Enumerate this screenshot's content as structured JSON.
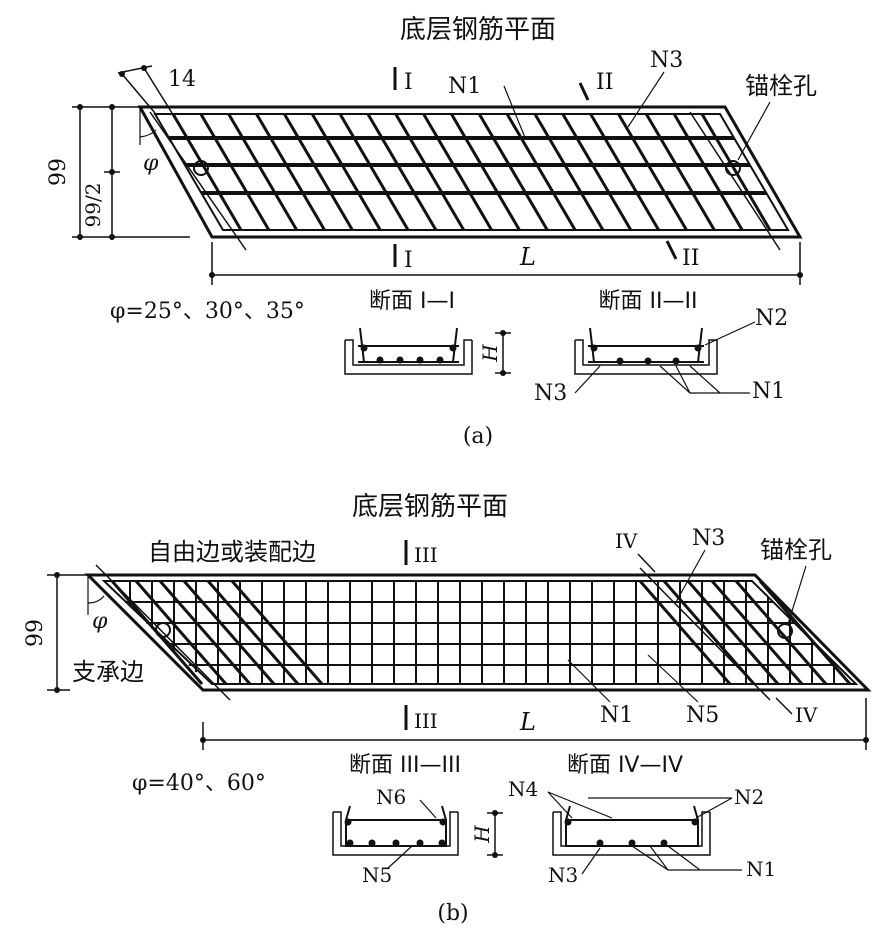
{
  "panel_a": {
    "title": "底层钢筋平面",
    "dim_14": "14",
    "dim_99": "99",
    "dim_99_2": "99/2",
    "phi": "φ",
    "phi_values": "φ=25°、30°、35°",
    "length": "L",
    "sec_I": "I",
    "sec_II": "II",
    "N1": "N1",
    "N2": "N2",
    "N3": "N3",
    "bolt_hole": "锚栓孔",
    "section_I_title": "断面 I—I",
    "section_II_title": "断面 II—II",
    "H": "H",
    "caption": "(a)"
  },
  "panel_b": {
    "title": "底层钢筋平面",
    "free_edge": "自由边或装配边",
    "support_edge": "支承边",
    "dim_99": "99",
    "phi": "φ",
    "phi_values": "φ=40°、60°",
    "length": "L",
    "sec_III": "III",
    "sec_IV": "IV",
    "N1": "N1",
    "N2": "N2",
    "N3": "N3",
    "N4": "N4",
    "N5": "N5",
    "N6": "N6",
    "bolt_hole": "锚栓孔",
    "section_III_title": "断面 III—III",
    "section_IV_title": "断面 IV—IV",
    "H": "H",
    "caption": "(b)"
  }
}
